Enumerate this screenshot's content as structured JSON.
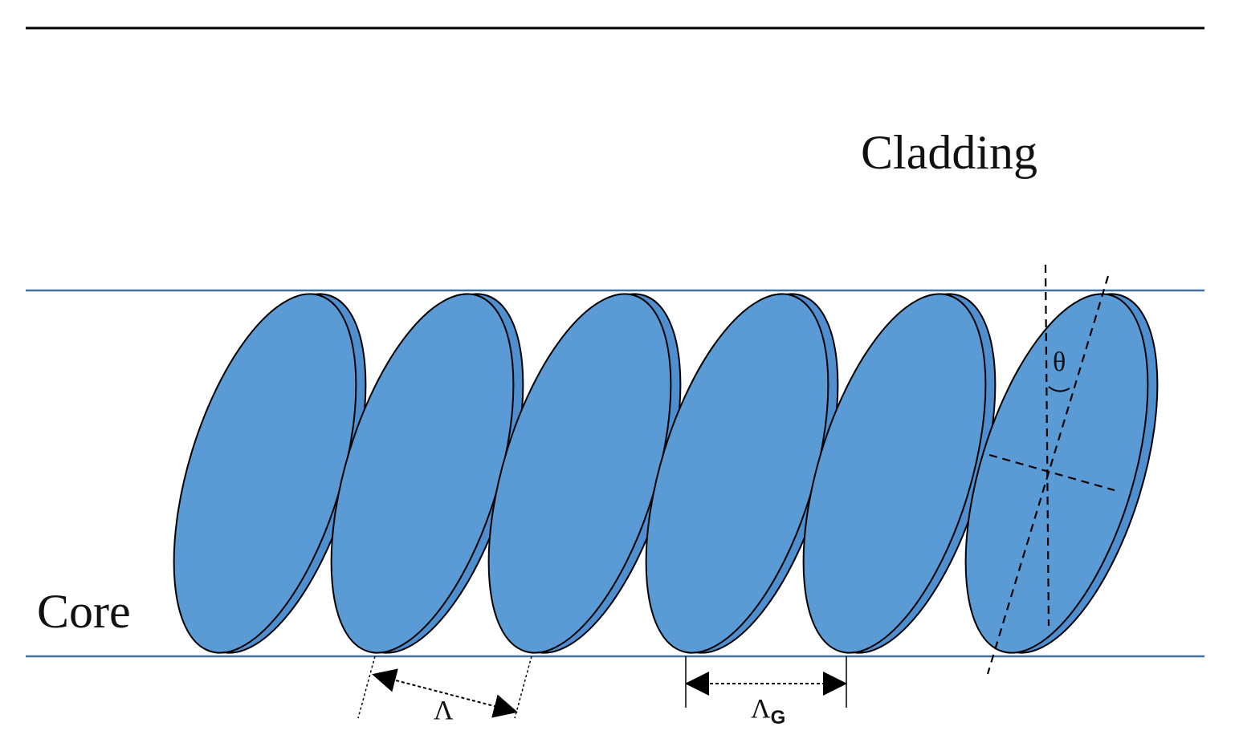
{
  "diagram": {
    "labels": {
      "cladding": "Cladding",
      "core": "Core",
      "theta": "θ",
      "period_symbol": "Λ",
      "grating_period_symbol": "Λ",
      "grating_period_subscript": "G"
    },
    "grating_plane_count": 6,
    "colors": {
      "plane_fill": "#5b9bd5",
      "plane_edge_fill": "#4f8fcf",
      "outline": "#000000",
      "boundary_line": "#41719c",
      "rule": "#000000"
    }
  }
}
